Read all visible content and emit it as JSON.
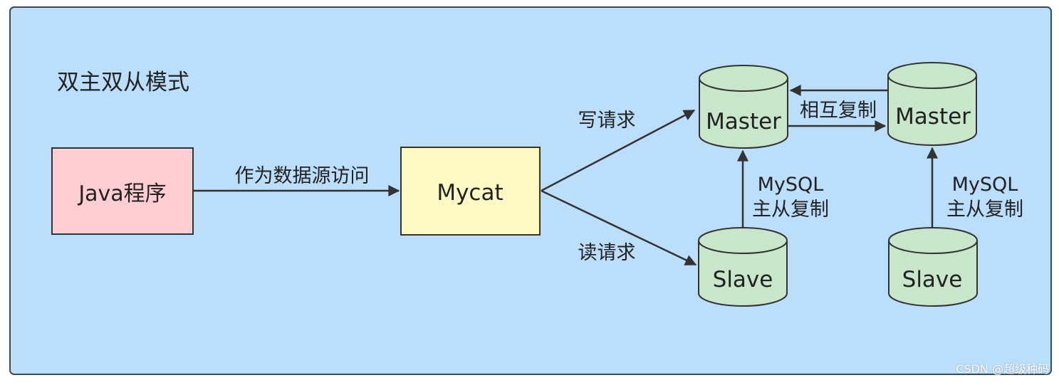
{
  "diagram": {
    "title": "双主双从模式",
    "nodes": {
      "java": "Java程序",
      "mycat": "Mycat",
      "master1": "Master",
      "slave1": "Slave",
      "master2": "Master",
      "slave2": "Slave"
    },
    "edges": {
      "java_to_mycat": "作为数据源访问",
      "write": "写请求",
      "read": "读请求",
      "mutual": "相互复制",
      "rep1_line1": "MySQL",
      "rep1_line2": "主从复制",
      "rep2_line1": "MySQL",
      "rep2_line2": "主从复制"
    }
  },
  "colors": {
    "background": "#bbdefb",
    "border": "#3c4a55",
    "java_fill": "#ffcdd2",
    "mycat_fill": "#fff9c4",
    "db_fill": "#c8e6c9",
    "stroke": "#333333"
  },
  "watermark": "CSDN @超级种码"
}
